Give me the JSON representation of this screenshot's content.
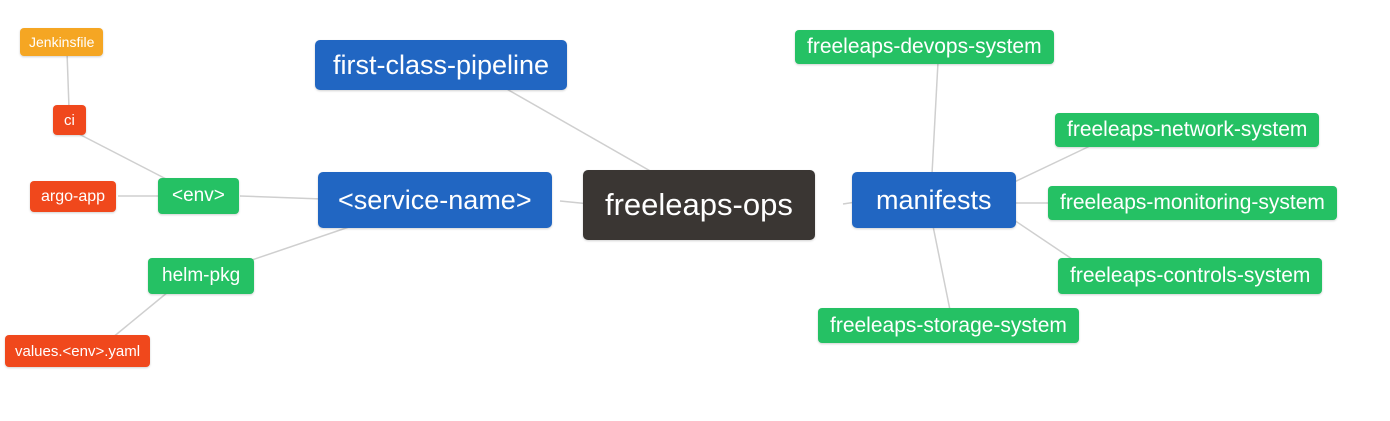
{
  "diagram": {
    "type": "mindmap",
    "root_label": "freeleaps-ops",
    "colors": {
      "root_bg": "#3a3633",
      "branch_bg": "#2166c2",
      "green_leaf_bg": "#25c164",
      "red_leaf_bg": "#f0481c",
      "orange_leaf_bg": "#f5a623",
      "edge": "#cfcfcf",
      "node_text": "#ffffff",
      "background": "#ffffff"
    },
    "nodes": {
      "root": {
        "label": "freeleaps-ops"
      },
      "first_class_pipeline": {
        "label": "first-class-pipeline"
      },
      "service_name": {
        "label": "<service-name>"
      },
      "env": {
        "label": "<env>"
      },
      "ci": {
        "label": "ci"
      },
      "jenkinsfile": {
        "label": "Jenkinsfile"
      },
      "argo_app": {
        "label": "argo-app"
      },
      "helm_pkg": {
        "label": "helm-pkg"
      },
      "values_env_yaml": {
        "label": "values.<env>.yaml"
      },
      "manifests": {
        "label": "manifests"
      },
      "devops_system": {
        "label": "freeleaps-devops-system"
      },
      "network_system": {
        "label": "freeleaps-network-system"
      },
      "monitoring_system": {
        "label": "freeleaps-monitoring-system"
      },
      "controls_system": {
        "label": "freeleaps-controls-system"
      },
      "storage_system": {
        "label": "freeleaps-storage-system"
      }
    },
    "edges": [
      [
        "root",
        "first_class_pipeline"
      ],
      [
        "root",
        "service_name"
      ],
      [
        "root",
        "manifests"
      ],
      [
        "service_name",
        "env"
      ],
      [
        "service_name",
        "helm_pkg"
      ],
      [
        "env",
        "ci"
      ],
      [
        "env",
        "argo_app"
      ],
      [
        "ci",
        "jenkinsfile"
      ],
      [
        "helm_pkg",
        "values_env_yaml"
      ],
      [
        "manifests",
        "devops_system"
      ],
      [
        "manifests",
        "network_system"
      ],
      [
        "manifests",
        "monitoring_system"
      ],
      [
        "manifests",
        "controls_system"
      ],
      [
        "manifests",
        "storage_system"
      ]
    ]
  }
}
